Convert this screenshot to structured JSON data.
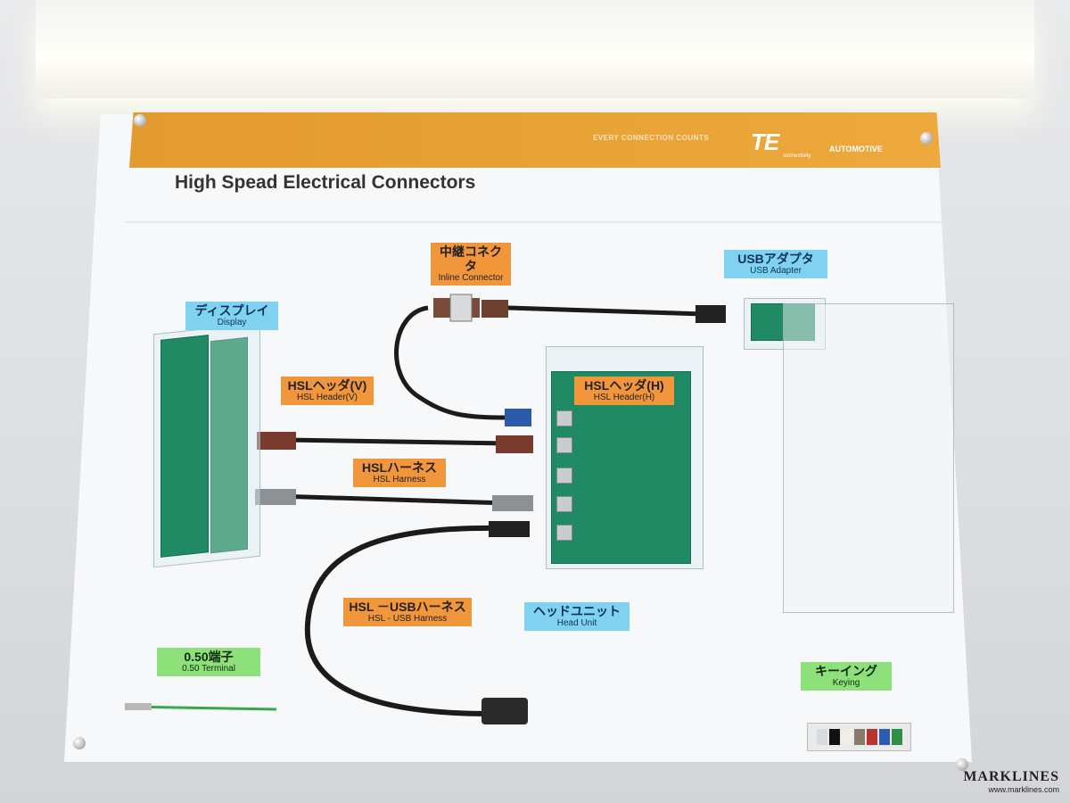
{
  "board": {
    "title": "High Spead Electrical Connectors",
    "slogan": "EVERY CONNECTION COUNTS",
    "brand": "TE",
    "brand_sub": "connectivity",
    "division": "AUTOMOTIVE"
  },
  "labels": {
    "inline_connector": {
      "jp": "中継コネクタ",
      "en": "Inline Connector"
    },
    "usb_adapter": {
      "jp": "USBアダプタ",
      "en": "USB Adapter"
    },
    "display": {
      "jp": "ディスプレイ",
      "en": "Display"
    },
    "hsl_header_v": {
      "jp": "HSLヘッダ(V)",
      "en": "HSL Header(V)"
    },
    "hsl_header_h": {
      "jp": "HSLヘッダ(H)",
      "en": "HSL Header(H)"
    },
    "hsl_harness": {
      "jp": "HSLハーネス",
      "en": "HSL Harness"
    },
    "hsl_usb_harness": {
      "jp": "HSL －USBハーネス",
      "en": "HSL - USB Harness"
    },
    "head_unit": {
      "jp": "ヘッドユニット",
      "en": "Head Unit"
    },
    "terminal": {
      "jp": "0.50端子",
      "en": "0.50 Terminal"
    },
    "keying": {
      "jp": "キーイング",
      "en": "Keying"
    }
  },
  "watermark": {
    "name": "MARKLINES",
    "url": "www.marklines.com"
  },
  "colors": {
    "orange": "#f2963c",
    "cyan": "#7fd3f0",
    "green": "#8de07a",
    "pcb": "#1f8a63"
  }
}
